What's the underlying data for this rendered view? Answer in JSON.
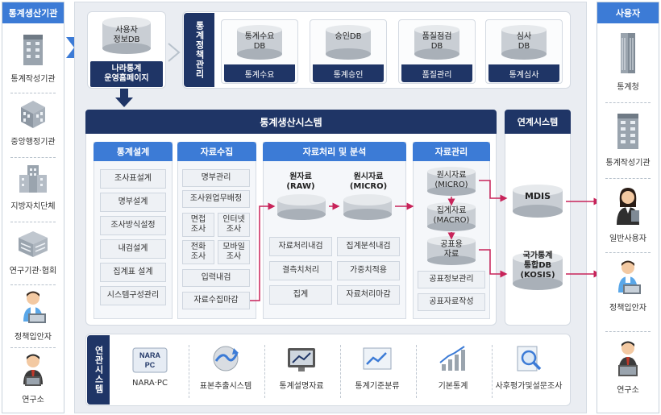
{
  "left": {
    "title": "통계생산기관",
    "items": [
      {
        "label": "통계작성기관",
        "icon": "building-icon"
      },
      {
        "label": "중앙행정기관",
        "icon": "building-group-icon"
      },
      {
        "label": "지방자치단체",
        "icon": "building-group-icon"
      },
      {
        "label": "연구기관·협회",
        "icon": "institute-building-icon"
      },
      {
        "label": "정책입안자",
        "icon": "person-laptop-icon"
      },
      {
        "label": "연구소",
        "icon": "researcher-icon"
      }
    ]
  },
  "right": {
    "title": "사용자",
    "items": [
      {
        "label": "통계청",
        "icon": "tower-building-icon"
      },
      {
        "label": "통계작성기관",
        "icon": "building-icon"
      },
      {
        "label": "일반사용자",
        "icon": "user-woman-icon"
      },
      {
        "label": "정책입안자",
        "icon": "person-laptop-icon"
      },
      {
        "label": "연구소",
        "icon": "researcher-icon"
      }
    ]
  },
  "top": {
    "user_db": "사용자\n정보DB",
    "homepage": "나라통계\n운영홈페이지",
    "policy_title": "통계정책관리",
    "services": [
      {
        "db": "통계수요\nDB",
        "label": "통계수요"
      },
      {
        "db": "승인DB",
        "label": "통계승인"
      },
      {
        "db": "품질점검\nDB",
        "label": "품질관리"
      },
      {
        "db": "심사\nDB",
        "label": "통계심사"
      }
    ]
  },
  "production": {
    "title": "통계생산시스템",
    "design": {
      "title": "통계설계",
      "items": [
        "조사표설계",
        "명부설계",
        "조사방식설정",
        "내검설계",
        "집계표 설계",
        "시스템구성관리"
      ]
    },
    "collect": {
      "title": "자료수집",
      "items": [
        "명부관리",
        "조사원업무배정",
        "면접\n조사",
        "인터넷\n조사",
        "전화\n조사",
        "모바일\n조사",
        "입력내검",
        "자료수집마감"
      ]
    },
    "analysis": {
      "title": "자료처리 및 분석",
      "raw": "원자료\n(RAW)",
      "micro": "원시자료\n(MICRO)",
      "items": [
        "자료처리내검",
        "집계분석내검",
        "결측치처리",
        "가중치적용",
        "집계",
        "자료처리마감"
      ]
    },
    "manage": {
      "title": "자료관리",
      "dbs": [
        "원시자료\n(MICRO)",
        "집계자료\n(MACRO)",
        "공표용\n자료"
      ],
      "items": [
        "공표정보관리",
        "공표자료작성"
      ]
    }
  },
  "link": {
    "title": "연계시스템",
    "dbs": [
      "MDIS",
      "국가통계\n통합DB\n(KOSIS)"
    ]
  },
  "related": {
    "title": "연관시스템",
    "items": [
      {
        "label": "NARA·PC",
        "logo": "NARA\nPC",
        "icon": "nara-pc-logo-icon"
      },
      {
        "label": "표본추출시스템",
        "icon": "sampling-globe-icon"
      },
      {
        "label": "통계설명자료",
        "icon": "monitor-chart-icon"
      },
      {
        "label": "통계기준분류",
        "icon": "classification-chart-icon"
      },
      {
        "label": "기본통계",
        "icon": "bar-growth-icon"
      },
      {
        "label": "사후평가및설문조사",
        "icon": "magnifier-document-icon"
      }
    ]
  },
  "colors": {
    "navy": "#1f3566",
    "blue": "#3c7bd6",
    "arrow": "#c8245a"
  }
}
